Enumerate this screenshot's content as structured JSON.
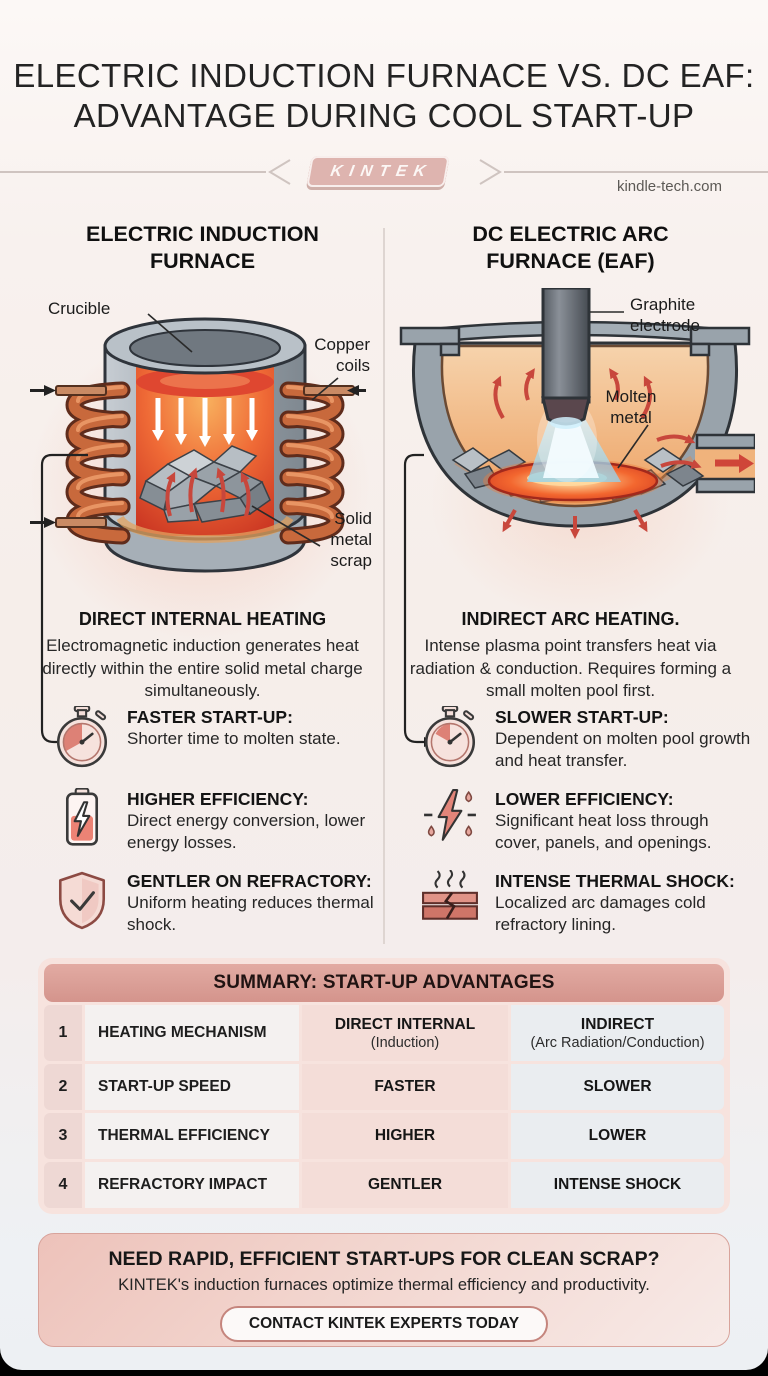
{
  "header": {
    "title_line1": "ELECTRIC INDUCTION FURNACE VS. DC EAF:",
    "title_line2": "ADVANTAGE DURING COOL START-UP",
    "brand": "KINTEK",
    "website": "kindle-tech.com"
  },
  "induction": {
    "heading_line1": "ELECTRIC INDUCTION",
    "heading_line2": "FURNACE",
    "labels": {
      "crucible": "Crucible",
      "copper_coils": "Copper coils",
      "solid_metal_scrap": "Solid metal scrap"
    },
    "subtitle": "DIRECT INTERNAL HEATING",
    "description": "Electromagnetic induction generates heat directly within the entire solid metal charge simultaneously.",
    "features": [
      {
        "icon": "stopwatch-icon",
        "title": "FASTER START-UP:",
        "text": "Shorter time to molten state."
      },
      {
        "icon": "battery-icon",
        "title": "HIGHER EFFICIENCY:",
        "text": "Direct energy conversion, lower energy losses."
      },
      {
        "icon": "shield-check-icon",
        "title": "GENTLER ON REFRACTORY:",
        "text": "Uniform heating reduces thermal shock."
      }
    ]
  },
  "eaf": {
    "heading_line1": "DC ELECTRIC ARC",
    "heading_line2": "FURNACE (EAF)",
    "labels": {
      "graphite_electrode": "Graphite electrode",
      "molten_metal": "Molten metal"
    },
    "subtitle": "INDIRECT ARC HEATING.",
    "description": "Intense plasma point transfers heat via radiation & conduction. Requires forming a small molten pool first.",
    "features": [
      {
        "icon": "stopwatch-icon",
        "title": "SLOWER START-UP:",
        "text": "Dependent on molten pool growth and heat transfer."
      },
      {
        "icon": "heat-loss-icon",
        "title": "LOWER EFFICIENCY:",
        "text": "Significant heat loss through cover, panels, and openings."
      },
      {
        "icon": "thermal-shock-icon",
        "title": "INTENSE THERMAL SHOCK:",
        "text": "Localized arc damages cold refractory lining."
      }
    ]
  },
  "summary_table": {
    "title": "SUMMARY: START-UP ADVANTAGES",
    "rows": [
      {
        "num": "1",
        "attribute": "HEATING MECHANISM",
        "induction": "DIRECT INTERNAL",
        "induction_sub": "(Induction)",
        "eaf": "INDIRECT",
        "eaf_sub": "(Arc Radiation/Conduction)"
      },
      {
        "num": "2",
        "attribute": "START-UP SPEED",
        "induction": "FASTER",
        "eaf": "SLOWER"
      },
      {
        "num": "3",
        "attribute": "THERMAL EFFICIENCY",
        "induction": "HIGHER",
        "eaf": "LOWER"
      },
      {
        "num": "4",
        "attribute": "REFRACTORY IMPACT",
        "induction": "GENTLER",
        "eaf": "INTENSE SHOCK"
      }
    ]
  },
  "cta": {
    "title": "NEED RAPID, EFFICIENT START-UPS FOR CLEAN SCRAP?",
    "subtitle": "KINTEK's induction furnaces optimize thermal efficiency and productivity.",
    "button_label": "CONTACT KINTEK EXPERTS TODAY"
  },
  "colors": {
    "accent_rose": "#d79b93",
    "table_header": "#dca49c",
    "rose_outline": "#c98d85",
    "text_dark": "#1e1e1e",
    "muted_gray": "#5c5955",
    "hot_red": "#d6402e",
    "copper": "#c8693c",
    "steel_gray": "#9aa4ac"
  }
}
